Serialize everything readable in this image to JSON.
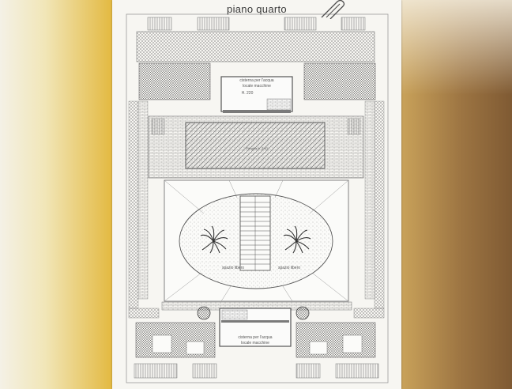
{
  "plan": {
    "title": "piano quarto",
    "labels": {
      "cistern_top_1": "cisterna per l'acqua",
      "cistern_top_2": "locale macchine",
      "height_note": "H. 220",
      "pergola": "Pergola h. 2.40",
      "spazio_libero_left": "spazio libero",
      "spazio_libero_right": "spazio libero",
      "cistern_bottom_1": "cisterna per l'acqua",
      "cistern_bottom_2": "locale macchine"
    }
  }
}
